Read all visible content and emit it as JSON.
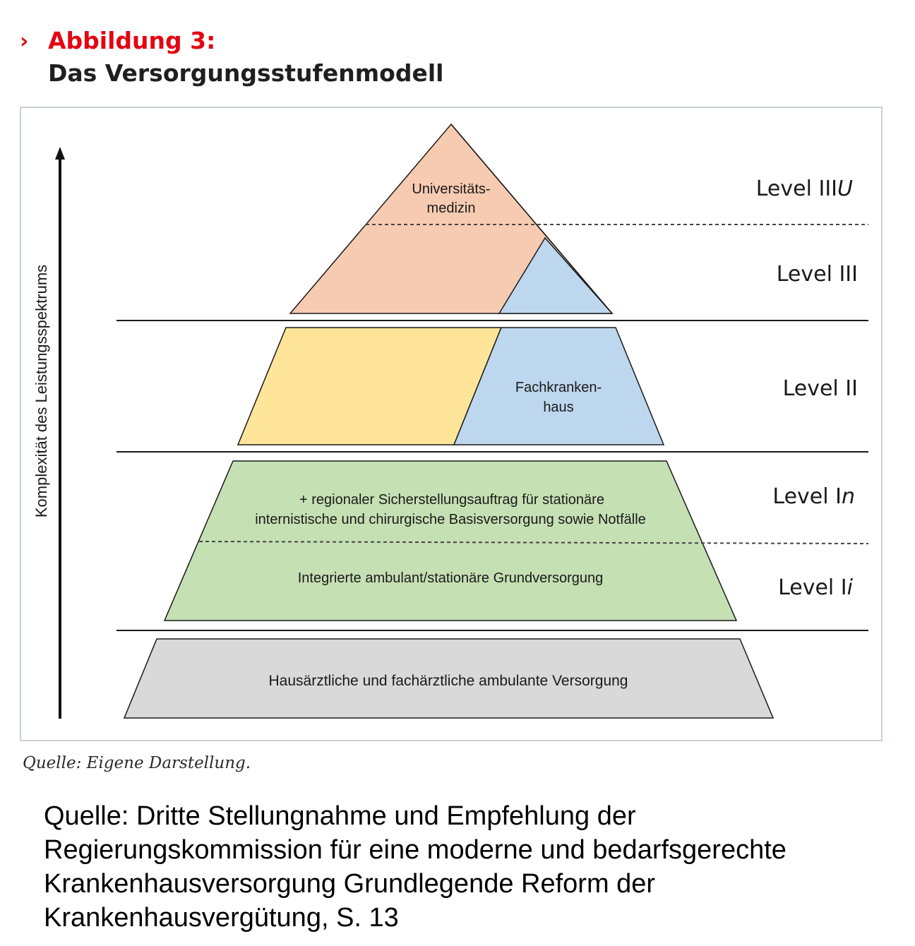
{
  "header": {
    "marker": "›",
    "label": "Abbildung 3:",
    "title": "Das Versorgungsstufenmodell"
  },
  "colors": {
    "accent_red": "#e30613",
    "salmon": "#f7cbb1",
    "light_blue": "#bdd7ee",
    "yellow": "#fee599",
    "green": "#c5e0b3",
    "gray": "#d9d9d9"
  },
  "diagram": {
    "axis_label": "Komplexität des Leistungsspektrums",
    "blocks": {
      "university_line1": "Universitäts-",
      "university_line2": "medizin",
      "specialist_line1": "Fachkranken-",
      "specialist_line2": "haus",
      "regional_line1": "+ regionaler Sicherstellungsauftrag für stationäre",
      "regional_line2": "internistische und chirurgische Basisversorgung sowie Notfälle",
      "integrated": "Integrierte ambulant/stationäre Grundversorgung",
      "outpatient": "Hausärztliche und fachärztliche ambulante Versorgung"
    },
    "levels": {
      "l3u_prefix": "Level III",
      "l3u_suffix": "U",
      "l3": "Level III",
      "l2": "Level II",
      "l1n_prefix": "Level I",
      "l1n_suffix": "n",
      "l1i_prefix": "Level I",
      "l1i_suffix": "i"
    }
  },
  "figure_caption": "Quelle: Eigene Darstellung.",
  "source_note": {
    "line1": "Quelle: Dritte Stellungnahme und Empfehlung der",
    "line2": "Regierungskommission für eine moderne und bedarfsgerechte",
    "line3": "Krankenhausversorgung Grundlegende Reform der",
    "line4": "Krankenhausvergütung, S. 13"
  }
}
